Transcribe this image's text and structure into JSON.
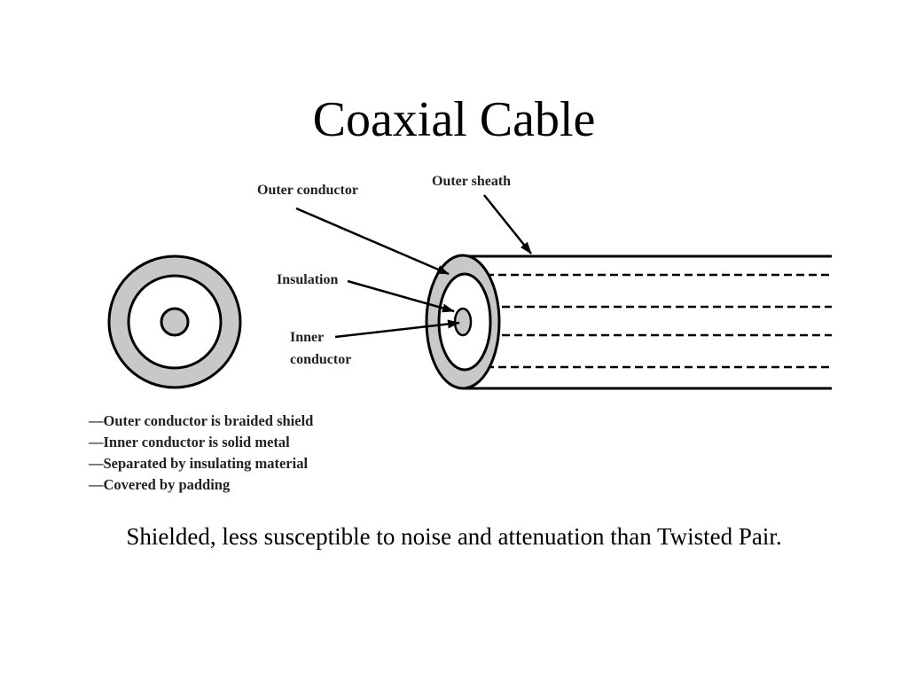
{
  "slide": {
    "title": "Coaxial Cable",
    "caption": "Shielded, less susceptible to noise and attenuation than Twisted Pair."
  },
  "diagram": {
    "labels": {
      "outer_conductor": "Outer conductor",
      "outer_sheath": "Outer sheath",
      "insulation": "Insulation",
      "inner_conductor_line1": "Inner",
      "inner_conductor_line2": "conductor"
    },
    "bullets": [
      "—Outer conductor is braided shield",
      "—Inner conductor is solid metal",
      "—Separated by insulating material",
      "—Covered by padding"
    ],
    "colors": {
      "shield_fill": "#c8c8c8",
      "line": "#000000",
      "background": "#ffffff"
    }
  }
}
